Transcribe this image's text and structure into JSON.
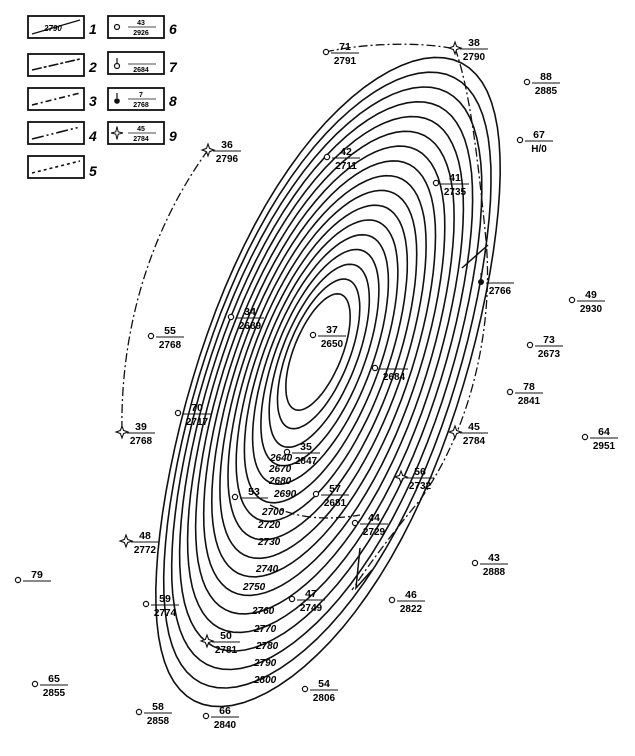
{
  "legend": [
    {
      "num": "1",
      "kind": "contour",
      "sample": "2790"
    },
    {
      "num": "2",
      "kind": "line-a"
    },
    {
      "num": "3",
      "kind": "line-b"
    },
    {
      "num": "4",
      "kind": "line-c"
    },
    {
      "num": "5",
      "kind": "line-d"
    },
    {
      "num": "6",
      "kind": "well-open",
      "sample_top": "43",
      "sample_bottom": "2926"
    },
    {
      "num": "7",
      "kind": "well-stem",
      "sample_top": "",
      "sample_bottom": "2684"
    },
    {
      "num": "8",
      "kind": "well-filled",
      "sample_top": "7",
      "sample_bottom": "2768"
    },
    {
      "num": "9",
      "kind": "well-star",
      "sample_top": "45",
      "sample_bottom": "2784"
    }
  ],
  "contour_labels": [
    "2640",
    "2670",
    "2680",
    "2690",
    "2700",
    "2720",
    "2730",
    "2740",
    "2750",
    "2760",
    "2770",
    "2780",
    "2790",
    "2800"
  ],
  "wells": [
    {
      "n": "71",
      "v": "2791",
      "sym": "circle"
    },
    {
      "n": "38",
      "v": "2790",
      "sym": "star"
    },
    {
      "n": "88",
      "v": "2885",
      "sym": "circle"
    },
    {
      "n": "67",
      "v": "H/0",
      "sym": "circle"
    },
    {
      "n": "36",
      "v": "2796",
      "sym": "star"
    },
    {
      "n": "42",
      "v": "2711",
      "sym": "circle"
    },
    {
      "n": "41",
      "v": "2735",
      "sym": "circle"
    },
    {
      "n": "",
      "v": "2766",
      "sym": "filled"
    },
    {
      "n": "49",
      "v": "2930",
      "sym": "circle"
    },
    {
      "n": "34",
      "v": "2689",
      "sym": "circle"
    },
    {
      "n": "55",
      "v": "2768",
      "sym": "circle"
    },
    {
      "n": "37",
      "v": "2650",
      "sym": "circle"
    },
    {
      "n": "73",
      "v": "2673",
      "sym": "circle"
    },
    {
      "n": "",
      "v": "2684",
      "sym": "circle"
    },
    {
      "n": "78",
      "v": "2841",
      "sym": "circle"
    },
    {
      "n": "70",
      "v": "2717",
      "sym": "circle"
    },
    {
      "n": "45",
      "v": "2784",
      "sym": "star"
    },
    {
      "n": "64",
      "v": "2951",
      "sym": "circle"
    },
    {
      "n": "39",
      "v": "2768",
      "sym": "star"
    },
    {
      "n": "35",
      "v": "2847",
      "sym": "circle"
    },
    {
      "n": "56",
      "v": "2732",
      "sym": "star"
    },
    {
      "n": "57",
      "v": "2681",
      "sym": "circle"
    },
    {
      "n": "53",
      "v": "",
      "sym": "circle"
    },
    {
      "n": "44",
      "v": "2729",
      "sym": "circle"
    },
    {
      "n": "48",
      "v": "2772",
      "sym": "star"
    },
    {
      "n": "43",
      "v": "2888",
      "sym": "circle"
    },
    {
      "n": "79",
      "v": "",
      "sym": "circle"
    },
    {
      "n": "47",
      "v": "2749",
      "sym": "circle"
    },
    {
      "n": "46",
      "v": "2822",
      "sym": "circle"
    },
    {
      "n": "59",
      "v": "2774",
      "sym": "circle"
    },
    {
      "n": "50",
      "v": "2781",
      "sym": "star"
    },
    {
      "n": "65",
      "v": "2855",
      "sym": "circle"
    },
    {
      "n": "54",
      "v": "2806",
      "sym": "circle"
    },
    {
      "n": "58",
      "v": "2858",
      "sym": "circle"
    },
    {
      "n": "66",
      "v": "2840",
      "sym": "circle"
    }
  ]
}
